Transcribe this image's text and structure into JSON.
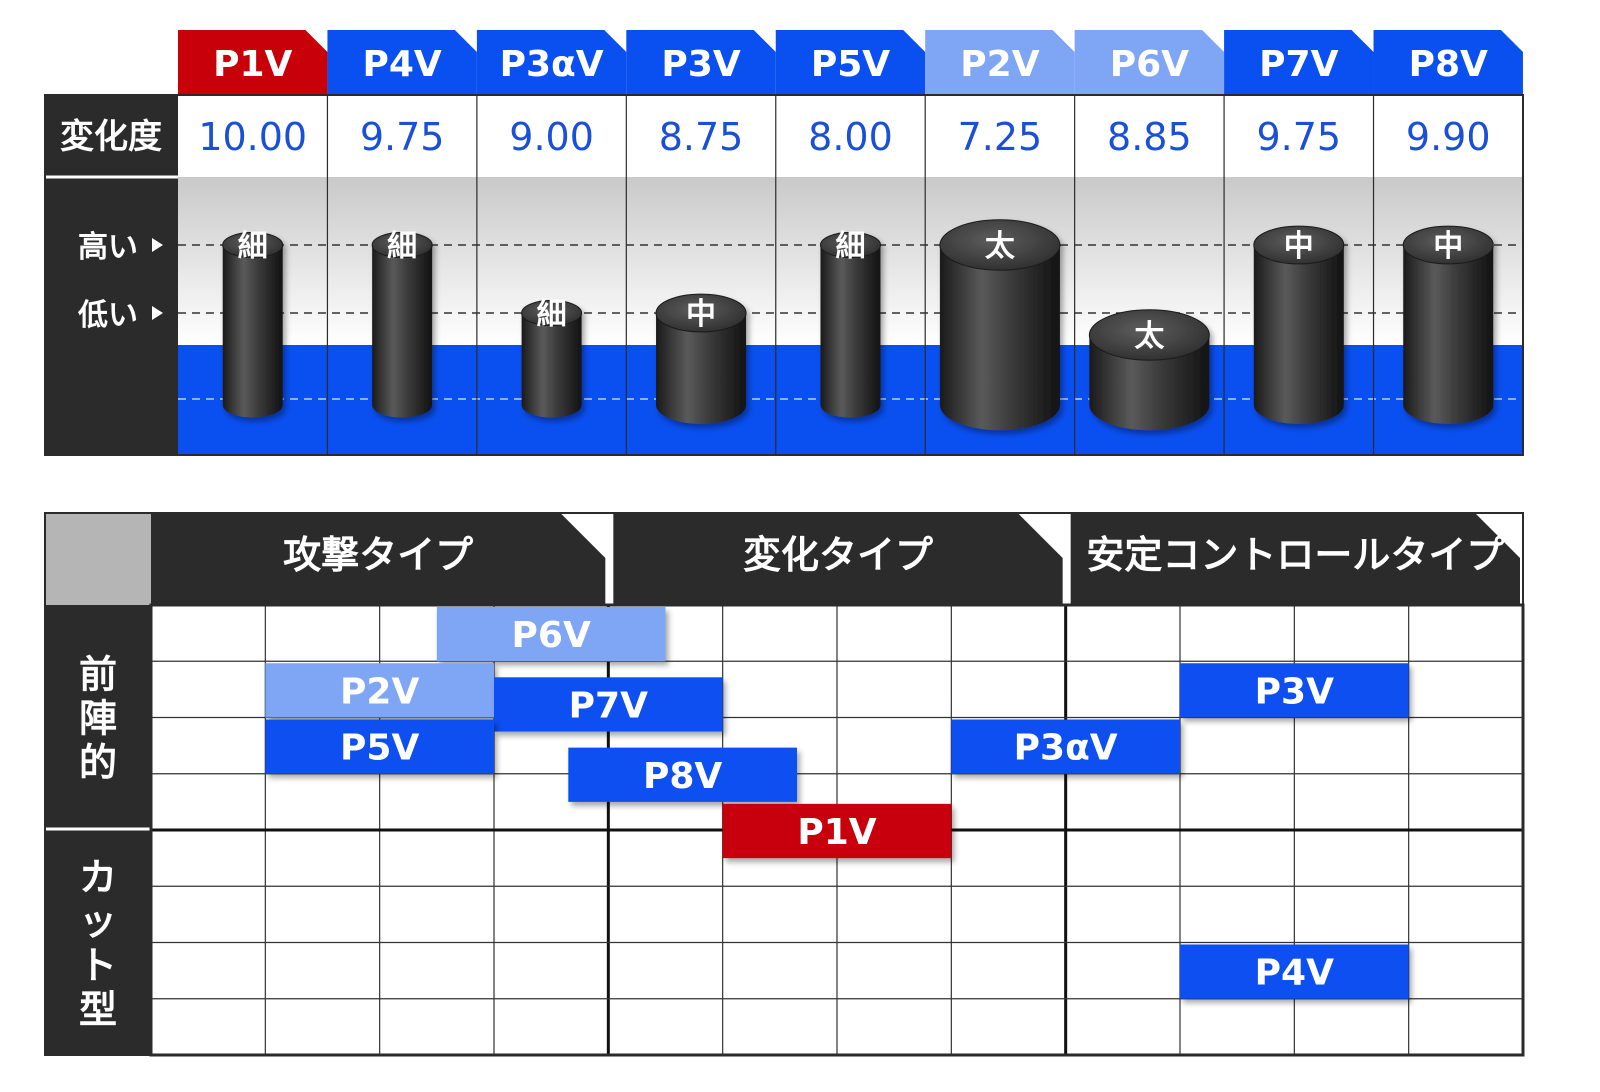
{
  "products": [
    {
      "name": "P1V",
      "tab_color": "#c8000a",
      "change_degree": "10.00",
      "thickness": "細",
      "height_level": "high"
    },
    {
      "name": "P4V",
      "tab_color": "#0a4ff0",
      "change_degree": "9.75",
      "thickness": "細",
      "height_level": "high"
    },
    {
      "name": "P3αV",
      "tab_color": "#0a4ff0",
      "change_degree": "9.00",
      "thickness": "細",
      "height_level": "low"
    },
    {
      "name": "P3V",
      "tab_color": "#0a4ff0",
      "change_degree": "8.75",
      "thickness": "中",
      "height_level": "low"
    },
    {
      "name": "P5V",
      "tab_color": "#0a4ff0",
      "change_degree": "8.00",
      "thickness": "細",
      "height_level": "high"
    },
    {
      "name": "P2V",
      "tab_color": "#7fa5f5",
      "change_degree": "7.25",
      "thickness": "太",
      "height_level": "high"
    },
    {
      "name": "P6V",
      "tab_color": "#7fa5f5",
      "change_degree": "8.85",
      "thickness": "太",
      "height_level": "below-low"
    },
    {
      "name": "P7V",
      "tab_color": "#0a4ff0",
      "change_degree": "9.75",
      "thickness": "中",
      "height_level": "high"
    },
    {
      "name": "P8V",
      "tab_color": "#0a4ff0",
      "change_degree": "9.90",
      "thickness": "中",
      "height_level": "high"
    }
  ],
  "top_table": {
    "row_label": "変化度",
    "level_high": "高い",
    "level_low": "低い"
  },
  "matrix": {
    "columns": [
      "攻撃タイプ",
      "変化タイプ",
      "安定コントロールタイプ"
    ],
    "rows": [
      "前陣的",
      "カット型"
    ],
    "cells_per_column": 4,
    "cells_per_row": 4,
    "placements": [
      {
        "name": "P6V",
        "color": "#7fa5f5",
        "col_start": 2.5,
        "col_span": 2,
        "row": 0
      },
      {
        "name": "P2V",
        "color": "#7fa5f5",
        "col_start": 1,
        "col_span": 2,
        "row": 1
      },
      {
        "name": "P7V",
        "color": "#0a4ff0",
        "col_start": 3,
        "col_span": 2,
        "row": 1.25
      },
      {
        "name": "P3V",
        "color": "#0a4ff0",
        "col_start": 9,
        "col_span": 2,
        "row": 1
      },
      {
        "name": "P5V",
        "color": "#0a4ff0",
        "col_start": 1,
        "col_span": 2,
        "row": 2
      },
      {
        "name": "P3αV",
        "color": "#0a4ff0",
        "col_start": 7,
        "col_span": 2,
        "row": 2
      },
      {
        "name": "P8V",
        "color": "#0a4ff0",
        "col_start": 3.65,
        "col_span": 2,
        "row": 2.5
      },
      {
        "name": "P1V",
        "color": "#c8000a",
        "col_start": 5,
        "col_span": 2,
        "row": 3.5
      },
      {
        "name": "P4V",
        "color": "#0a4ff0",
        "col_start": 9,
        "col_span": 2,
        "row": 6
      }
    ]
  },
  "colors": {
    "dark": "#2b2b2b",
    "blue": "#0a4ff0",
    "light_blue": "#7fa5f5",
    "red": "#c8000a",
    "corner_gray": "#b5b5b5"
  }
}
